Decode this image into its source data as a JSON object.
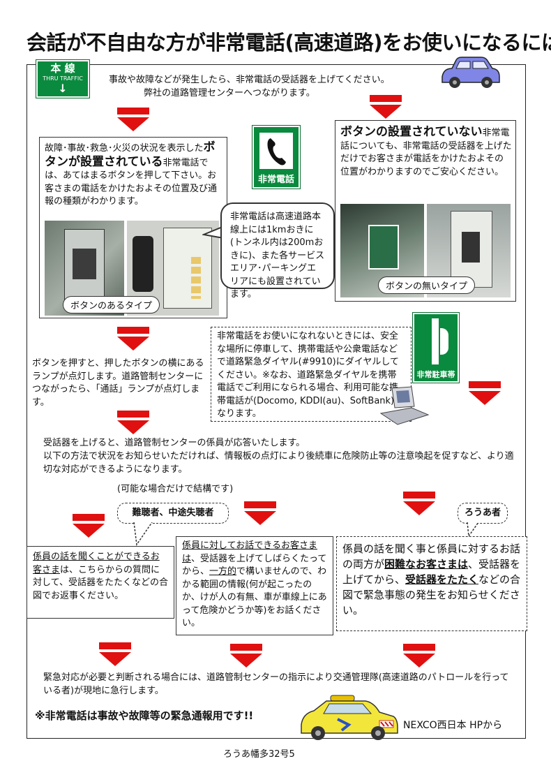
{
  "title": "会話が不自由な方が非常電話(高速道路)をお使いになるには",
  "sign_main": {
    "kanji": "本 線",
    "sub": "THRU TRAFFIC",
    "arrow": "↓"
  },
  "intro": {
    "line1": "事故や故障などが発生したら、非常電話の受話器を上げてください。",
    "line2": "弊社の道路管理センターへつながります。"
  },
  "with_button": {
    "pre": "故障･事故･救急･火災の状況を表示した",
    "emph": "ボタンが設置されている",
    "post": "非常電話では、あてはまるボタンを押して下さい。お客さまの電話をかけたおよその位置及び通報の種類がわかります。",
    "photo_caption": "ボタンのあるタイプ"
  },
  "phone_sign_label": "非常電話",
  "bubble_interval": "非常電話は高速道路本線上には1kmおきに(トンネル内は200mおきに)、また各サービスエリア･パーキングエリアにも設置されています。",
  "without_button": {
    "emph": "ボタンの設置されていない",
    "post": "非常電話についても、非常電話の受話器を上げただけでお客さまが電話をかけたおよその位置がわかりますのでご安心ください。",
    "photo_caption": "ボタンの無いタイプ"
  },
  "lamp_text": "ボタンを押すと、押したボタンの横にあるランプが点灯します。道路管制センターにつながったら、「通話」ランプが点灯します。",
  "mobile_note": "非常電話をお使いになれないときには、安全な場所に停車して、携帯電話や公衆電話などで道路緊急ダイヤル(#9910)にダイヤルしてください。※なお、道路緊急ダイヤルを携帯電話でご利用になられる場合、利用可能な携帯電話が(Docomo, KDDI(au)、SoftBank)になります。",
  "shoulder_sign_label": "非常駐車帯",
  "response": {
    "line1": "受話器を上げると、道路管制センターの係員が応答いたします。",
    "line2": "以下の方法で状況をお知らせいただければ、情報板の点灯により後続車に危険防止等の注意喚起を促すなど、より適切な対応ができるようになります。"
  },
  "optional_note": "(可能な場合だけで結構です)",
  "bubble_hoh": "難聴者、中途失聴者",
  "bubble_deaf": "ろうあ者",
  "col_hear": {
    "emph": "係員の話を聞くことができるお客さま",
    "post": "は、こちらからの質問に対して、受話器をたたくなどの合図でお返事ください。"
  },
  "col_speak": {
    "emph": "係員に対してお話できるお客さまは",
    "mid": "、受話器を上げてしばらくたってから、",
    "emph2": "一方的",
    "post": "で構いませんので、わかる範囲の情報(何が起こったのか、けが人の有無、車が車線上にあって危険かどうか等)をお話ください。"
  },
  "col_both": {
    "pre": "係員の話を聞く事と係員に対するお話の両方が",
    "emph": "困難なお客さまは",
    "mid": "、受話器を上げてから、",
    "emph2": "受話器をたたく",
    "post": "などの合図で緊急事態の発生をお知らせください。"
  },
  "patrol_text": "緊急対応が必要と判断される場合には、道路管制センターの指示により交通管理隊(高速道路のパトロールを行っている者)が現地に急行します。",
  "warning": "※非常電話は事故や故障等の緊急通報用です!!",
  "source": "NEXCO西日本 HPから",
  "footer": "ろうあ幡多32号5",
  "colors": {
    "arrow": "#e01010",
    "sign_green": "#0a8a3e",
    "car_blue": "#7f86e6",
    "patrol_yellow": "#f3e63a"
  }
}
